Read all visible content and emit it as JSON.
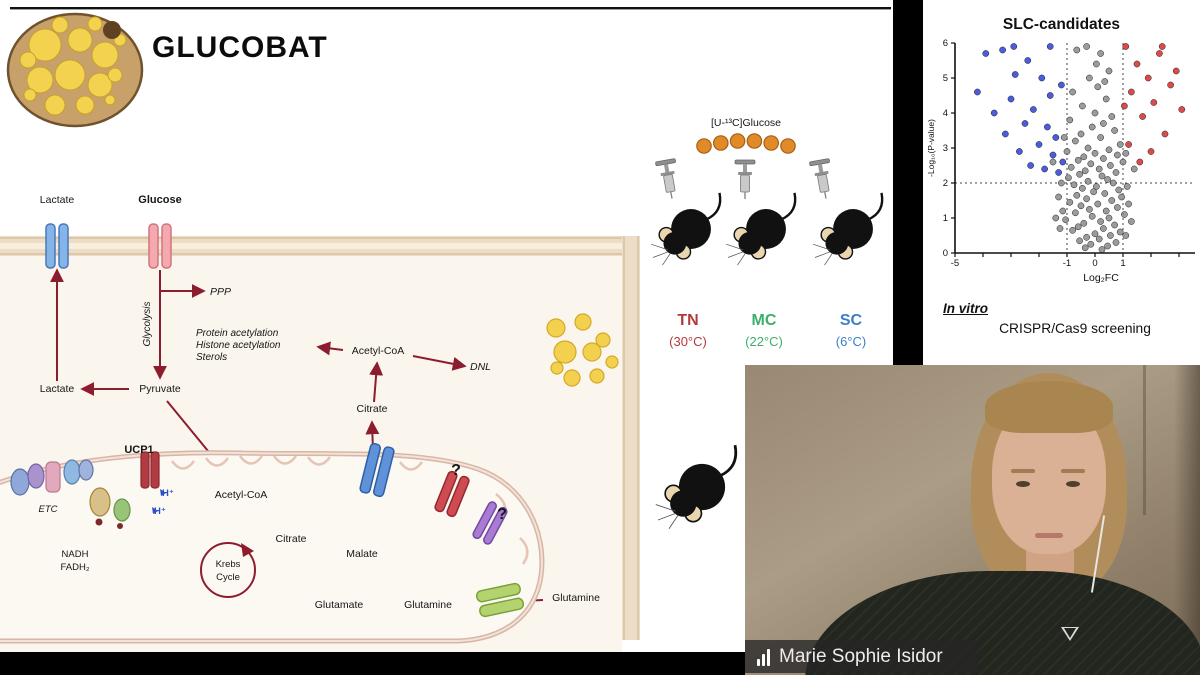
{
  "slide": {
    "title": "GLUCOBAT",
    "labels": {
      "lactate_top": "Lactate",
      "glucose": "Glucose",
      "glycolysis": "Glycolysis",
      "ppp": "PPP",
      "pyruvate": "Pyruvate",
      "lactate_low": "Lactate",
      "acetyl_line1": "Protein acetylation",
      "acetyl_line2": "Histone acetylation",
      "acetyl_line3": "Sterols",
      "acetyl_coa": "Acetyl-CoA",
      "dnl": "DNL",
      "citrate_cyto": "Citrate",
      "ucp1": "UCP1",
      "etc": "ETC",
      "h_plus_1": "H⁺",
      "h_plus_2": "H⁺",
      "acetyl_coa_mito": "Acetyl-CoA",
      "krebs_line1": "Krebs",
      "krebs_line2": "Cycle",
      "citrate_mito": "Citrate",
      "malate": "Malate",
      "nadh": "NADH",
      "fadh2": "FADH₂",
      "glutamate": "Glutamate",
      "glutamine_in": "Glutamine",
      "glutamine_out": "Glutamine",
      "q_mark_1": "?",
      "q_mark_2": "?"
    },
    "experiment": {
      "tracer_label": "[U-¹³C]Glucose",
      "groups": [
        {
          "name": "TN",
          "temp": "(30°C)",
          "color": "#b43a3e"
        },
        {
          "name": "MC",
          "temp": "(22°C)",
          "color": "#3fae6d"
        },
        {
          "name": "SC",
          "temp": "(6°C)",
          "color": "#3d7fc6"
        }
      ]
    }
  },
  "right_panel": {
    "title": "SLC-candidates",
    "in_vitro_label": "In vitro",
    "crispr_label": "CRISPR/Cas9 screening"
  },
  "webcam": {
    "participant_name": "Marie Sophie Isidor"
  },
  "chart_data": {
    "type": "scatter",
    "title": "SLC-candidates",
    "xlabel": "Log₂FC",
    "ylabel": "-Log₁₀(P-value)",
    "xlim": [
      -5,
      3.5
    ],
    "ylim": [
      0,
      6
    ],
    "xticks": [
      -5,
      -4,
      -3,
      -2,
      -1,
      0,
      1,
      2,
      3
    ],
    "xtick_labels": [
      "-5",
      "",
      "",
      "",
      "-1",
      "0",
      "1",
      "",
      ""
    ],
    "yticks": [
      0,
      1,
      2,
      3,
      4,
      5,
      6
    ],
    "thresholds": {
      "y": 2,
      "x": [
        -1,
        1
      ]
    },
    "grid": false,
    "legend": false,
    "series": [
      {
        "name": "gray",
        "color": "#8a8a8a",
        "points": [
          [
            -0.3,
            5.9
          ],
          [
            0.2,
            5.7
          ],
          [
            -0.65,
            5.8
          ],
          [
            0.05,
            5.4
          ],
          [
            0.5,
            5.2
          ],
          [
            -0.2,
            5.0
          ],
          [
            0.35,
            4.9
          ],
          [
            0.1,
            4.75
          ],
          [
            -0.8,
            4.6
          ],
          [
            0.4,
            4.4
          ],
          [
            -0.45,
            4.2
          ],
          [
            0.0,
            4.0
          ],
          [
            0.6,
            3.9
          ],
          [
            -0.9,
            3.8
          ],
          [
            0.3,
            3.7
          ],
          [
            -0.1,
            3.6
          ],
          [
            0.7,
            3.5
          ],
          [
            -0.5,
            3.4
          ],
          [
            0.2,
            3.3
          ],
          [
            -0.7,
            3.2
          ],
          [
            0.9,
            3.1
          ],
          [
            -0.25,
            3.0
          ],
          [
            0.5,
            2.95
          ],
          [
            -1.0,
            2.9
          ],
          [
            0.0,
            2.85
          ],
          [
            0.8,
            2.8
          ],
          [
            -0.4,
            2.75
          ],
          [
            0.3,
            2.7
          ],
          [
            -0.6,
            2.65
          ],
          [
            1.0,
            2.6
          ],
          [
            -0.15,
            2.55
          ],
          [
            0.55,
            2.5
          ],
          [
            -0.85,
            2.45
          ],
          [
            0.15,
            2.4
          ],
          [
            -0.35,
            2.35
          ],
          [
            0.75,
            2.3
          ],
          [
            -0.55,
            2.25
          ],
          [
            0.25,
            2.2
          ],
          [
            -0.95,
            2.15
          ],
          [
            0.45,
            2.1
          ],
          [
            -0.25,
            2.05
          ],
          [
            0.65,
            2.0
          ],
          [
            -0.75,
            1.95
          ],
          [
            0.05,
            1.9
          ],
          [
            -0.45,
            1.85
          ],
          [
            0.85,
            1.8
          ],
          [
            -0.05,
            1.75
          ],
          [
            0.35,
            1.7
          ],
          [
            -0.65,
            1.65
          ],
          [
            0.95,
            1.6
          ],
          [
            -0.3,
            1.55
          ],
          [
            0.6,
            1.5
          ],
          [
            -0.9,
            1.45
          ],
          [
            0.1,
            1.4
          ],
          [
            -0.5,
            1.35
          ],
          [
            0.8,
            1.3
          ],
          [
            -0.2,
            1.25
          ],
          [
            0.4,
            1.2
          ],
          [
            -0.7,
            1.15
          ],
          [
            1.05,
            1.1
          ],
          [
            -0.1,
            1.05
          ],
          [
            0.5,
            1.0
          ],
          [
            -1.05,
            0.95
          ],
          [
            0.2,
            0.9
          ],
          [
            -0.4,
            0.85
          ],
          [
            0.7,
            0.8
          ],
          [
            -0.6,
            0.75
          ],
          [
            0.3,
            0.7
          ],
          [
            -0.8,
            0.65
          ],
          [
            0.9,
            0.6
          ],
          [
            0.0,
            0.55
          ],
          [
            0.55,
            0.5
          ],
          [
            -0.3,
            0.45
          ],
          [
            0.15,
            0.4
          ],
          [
            -0.55,
            0.35
          ],
          [
            0.75,
            0.3
          ],
          [
            -0.15,
            0.25
          ],
          [
            0.45,
            0.2
          ],
          [
            -0.35,
            0.15
          ],
          [
            0.25,
            0.1
          ],
          [
            -1.2,
            2.0
          ],
          [
            1.15,
            1.9
          ],
          [
            -1.3,
            1.6
          ],
          [
            1.2,
            1.4
          ],
          [
            -1.15,
            1.2
          ],
          [
            1.3,
            0.9
          ],
          [
            -1.25,
            0.7
          ],
          [
            1.1,
            0.5
          ],
          [
            -1.4,
            1.0
          ],
          [
            1.4,
            2.4
          ],
          [
            -1.5,
            2.6
          ],
          [
            -1.1,
            3.3
          ],
          [
            1.1,
            2.85
          ]
        ]
      },
      {
        "name": "blue",
        "color": "#2b3fd6",
        "points": [
          [
            -4.2,
            4.6
          ],
          [
            -3.9,
            5.7
          ],
          [
            -3.6,
            4.0
          ],
          [
            -3.3,
            5.8
          ],
          [
            -3.2,
            3.4
          ],
          [
            -3.0,
            4.4
          ],
          [
            -2.85,
            5.1
          ],
          [
            -2.7,
            2.9
          ],
          [
            -2.9,
            5.9
          ],
          [
            -2.5,
            3.7
          ],
          [
            -2.4,
            5.5
          ],
          [
            -2.3,
            2.5
          ],
          [
            -2.2,
            4.1
          ],
          [
            -2.0,
            3.1
          ],
          [
            -1.9,
            5.0
          ],
          [
            -1.8,
            2.4
          ],
          [
            -1.7,
            3.6
          ],
          [
            -1.6,
            4.5
          ],
          [
            -1.6,
            5.9
          ],
          [
            -1.5,
            2.8
          ],
          [
            -1.4,
            3.3
          ],
          [
            -1.3,
            2.3
          ],
          [
            -1.2,
            4.8
          ],
          [
            -1.15,
            2.6
          ]
        ]
      },
      {
        "name": "red",
        "color": "#d62b2b",
        "points": [
          [
            1.05,
            4.2
          ],
          [
            1.1,
            5.9
          ],
          [
            1.3,
            4.6
          ],
          [
            1.2,
            3.1
          ],
          [
            1.5,
            5.4
          ],
          [
            1.6,
            2.6
          ],
          [
            1.7,
            3.9
          ],
          [
            1.9,
            5.0
          ],
          [
            2.0,
            2.9
          ],
          [
            2.1,
            4.3
          ],
          [
            2.3,
            5.7
          ],
          [
            2.4,
            5.9
          ],
          [
            2.5,
            3.4
          ],
          [
            2.7,
            4.8
          ],
          [
            2.9,
            5.2
          ],
          [
            3.1,
            4.1
          ]
        ]
      }
    ]
  }
}
